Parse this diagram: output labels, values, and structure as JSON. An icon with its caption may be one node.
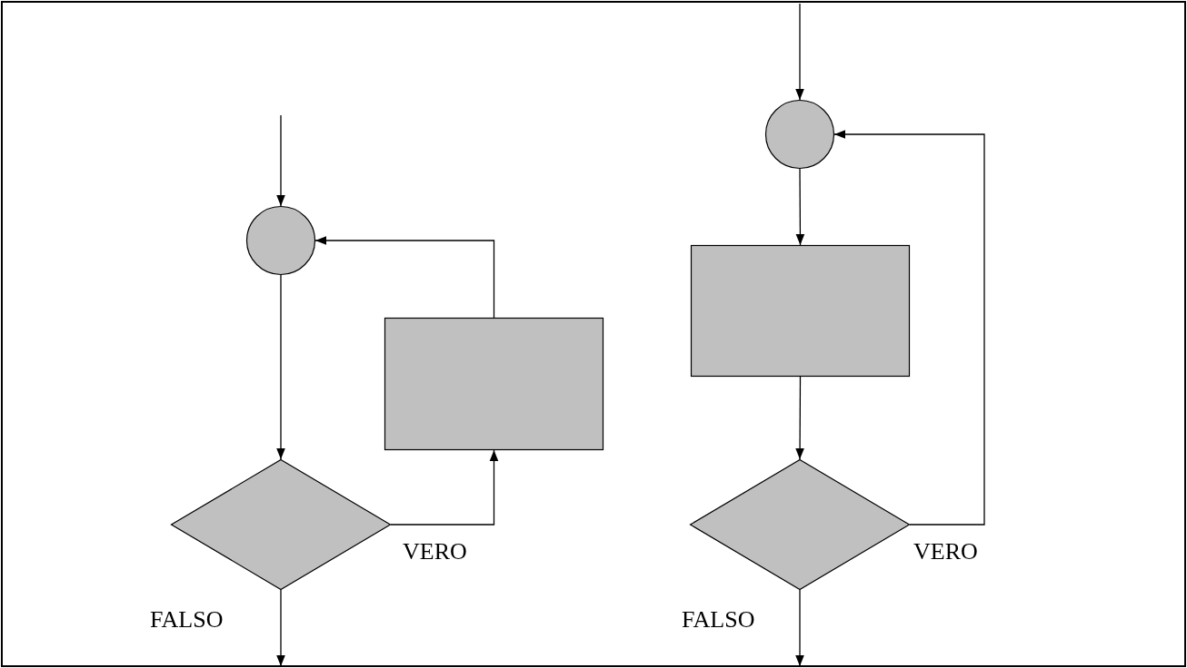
{
  "diagram": {
    "nodes": [
      {
        "text": [],
        "shape": "circle"
      },
      {
        "text": [],
        "shape": "box"
      },
      {
        "text": [],
        "shape": "diamond"
      },
      {
        "text": [],
        "shape": "circle"
      },
      {
        "text": [],
        "shape": "box"
      },
      {
        "text": [],
        "shape": "diamond"
      }
    ],
    "edges": [
      {
        "from": null,
        "to": 0,
        "arrow": "to"
      },
      {
        "from": 0,
        "to": 2,
        "arrow": "to"
      },
      {
        "from": 2,
        "to": 1,
        "arrow": "to",
        "label": "VERO"
      },
      {
        "from": 1,
        "to": 0,
        "arrow": "to"
      },
      {
        "from": 2,
        "to": null,
        "arrow": "to",
        "label": "FALSO"
      },
      {
        "from": null,
        "to": 3,
        "arrow": "to"
      },
      {
        "from": 3,
        "to": 4,
        "arrow": "to"
      },
      {
        "from": 4,
        "to": 5,
        "arrow": "to"
      },
      {
        "from": 5,
        "to": 3,
        "arrow": "to",
        "label": "VERO"
      },
      {
        "from": 5,
        "to": null,
        "arrow": "to",
        "label": "FALSO"
      }
    ]
  }
}
